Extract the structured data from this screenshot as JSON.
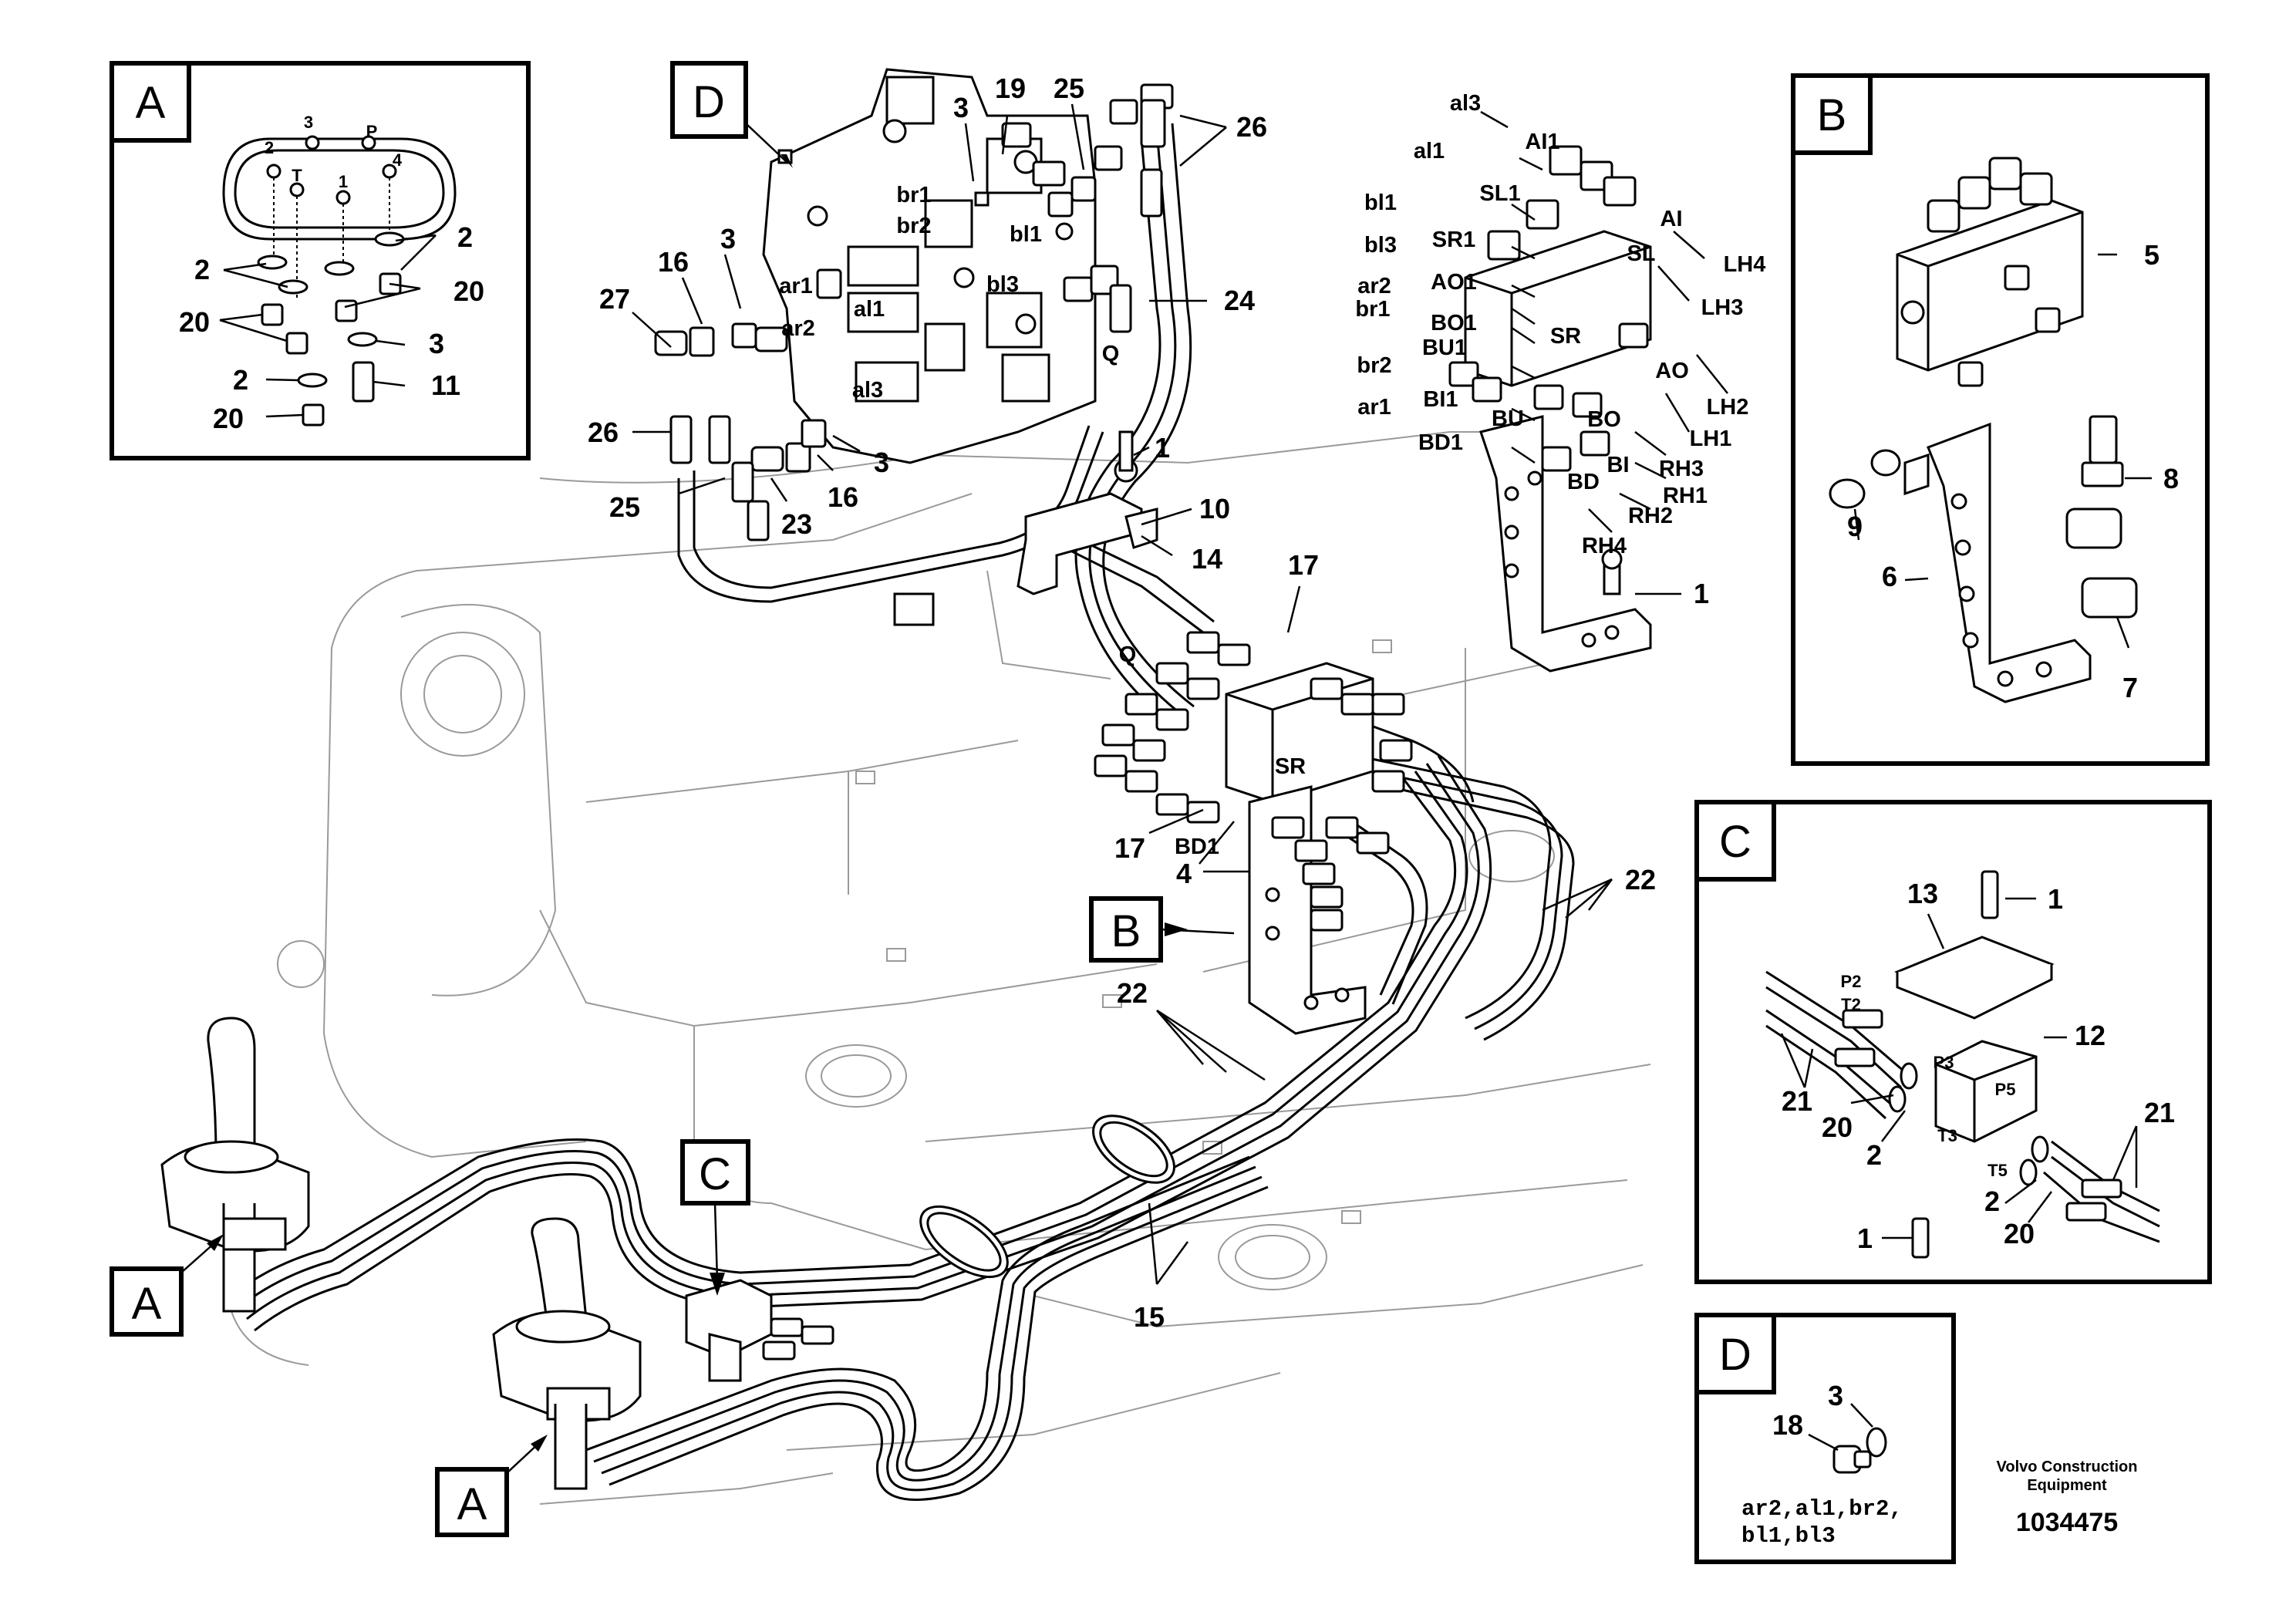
{
  "callouts": {
    "detail_A": {
      "tag": "A",
      "port_labels": [
        "3",
        "P",
        "2",
        "4",
        "T",
        "1"
      ],
      "items": [
        "2",
        "2",
        "20",
        "20",
        "20",
        "3",
        "11",
        "2",
        "20"
      ]
    },
    "detail_B": {
      "tag": "B",
      "items": [
        "5",
        "8",
        "9",
        "6",
        "7"
      ]
    },
    "detail_C": {
      "tag": "C",
      "items": [
        "13",
        "1",
        "12",
        "21",
        "20",
        "2",
        "1",
        "21",
        "2",
        "20"
      ],
      "port_labels": [
        "P2",
        "T2",
        "P3",
        "P5",
        "T3",
        "T5"
      ]
    },
    "detail_D": {
      "tag": "D",
      "items": [
        "18",
        "3"
      ],
      "note_line1": "ar2,al1,br2,",
      "note_line2": "bl1,bl3"
    },
    "main": {
      "tags": [
        "D",
        "B",
        "C",
        "A",
        "A"
      ],
      "items": [
        "3",
        "19",
        "25",
        "26",
        "3",
        "16",
        "27",
        "26",
        "25",
        "23",
        "16",
        "3",
        "24",
        "1",
        "10",
        "14",
        "17",
        "17",
        "4",
        "22",
        "22",
        "15",
        "1"
      ],
      "valve_labels": [
        "br1",
        "br2",
        "bl1",
        "bl3",
        "ar1",
        "ar2",
        "al1",
        "al3",
        "Q",
        "Q",
        "SR",
        "BD1"
      ],
      "signal_labels": [
        "al3",
        "AI1",
        "al1",
        "SL1",
        "bl1",
        "SR1",
        "bl3",
        "AO1",
        "ar2",
        "BO1",
        "br1",
        "BU1",
        "br2",
        "BI1",
        "ar1",
        "BD1",
        "AI",
        "SL",
        "SR",
        "AO",
        "BU",
        "BO",
        "BI",
        "BD",
        "LH4",
        "LH3",
        "LH2",
        "LH1",
        "RH3",
        "RH1",
        "RH2",
        "RH4"
      ]
    }
  },
  "footer": {
    "brand_line1": "Volvo Construction",
    "brand_line2": "Equipment",
    "drawing_number": "1034475"
  }
}
